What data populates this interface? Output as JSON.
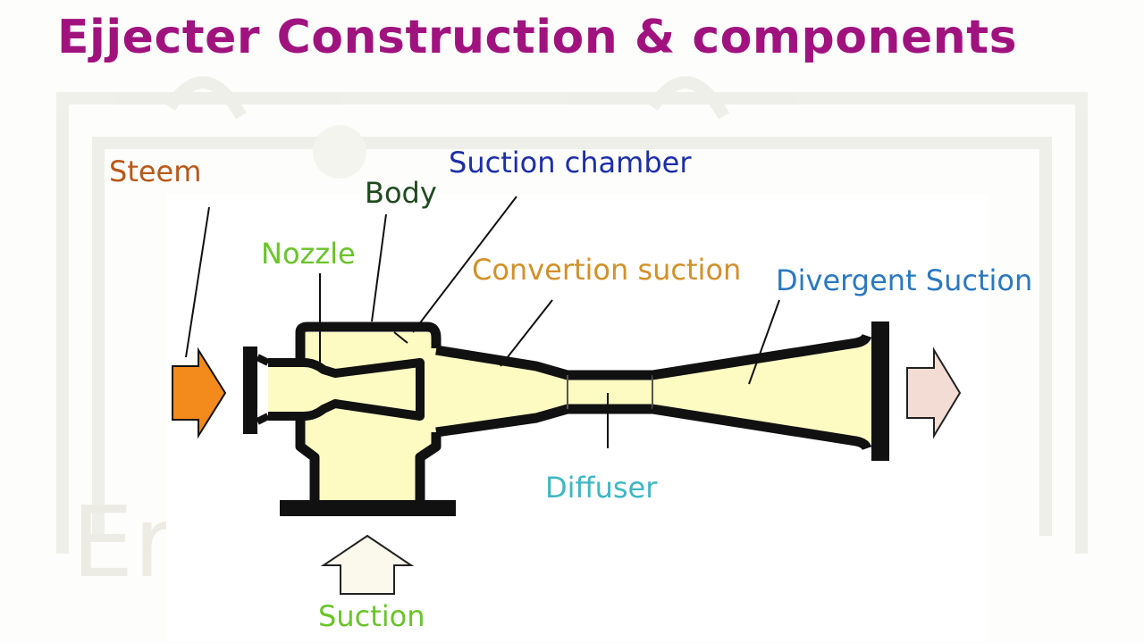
{
  "title": "Ejjecter Construction & components",
  "labels": {
    "steem": "Steem",
    "body": "Body",
    "suction_chamber": "Suction chamber",
    "nozzle": "Nozzle",
    "convertion_suction": "Convertion suction",
    "divergent_suction": "Divergent Suction",
    "diffuser": "Diffuser",
    "suction": "Suction"
  },
  "colors": {
    "title": "#a0137f",
    "steem": "#b8581a",
    "body": "#1f4a1f",
    "suction_chamber": "#1c2fa8",
    "nozzle": "#6ac42a",
    "convertion_suction": "#d39028",
    "divergent_suction": "#2a78c0",
    "diffuser": "#3fb7c4",
    "suction": "#6ac42a",
    "fill": "#fdfbc2",
    "outline": "#111111",
    "steam_arrow": "#f28a1c",
    "exit_arrow": "#f3dcd3",
    "suction_arrow": "#fbf8ec"
  }
}
